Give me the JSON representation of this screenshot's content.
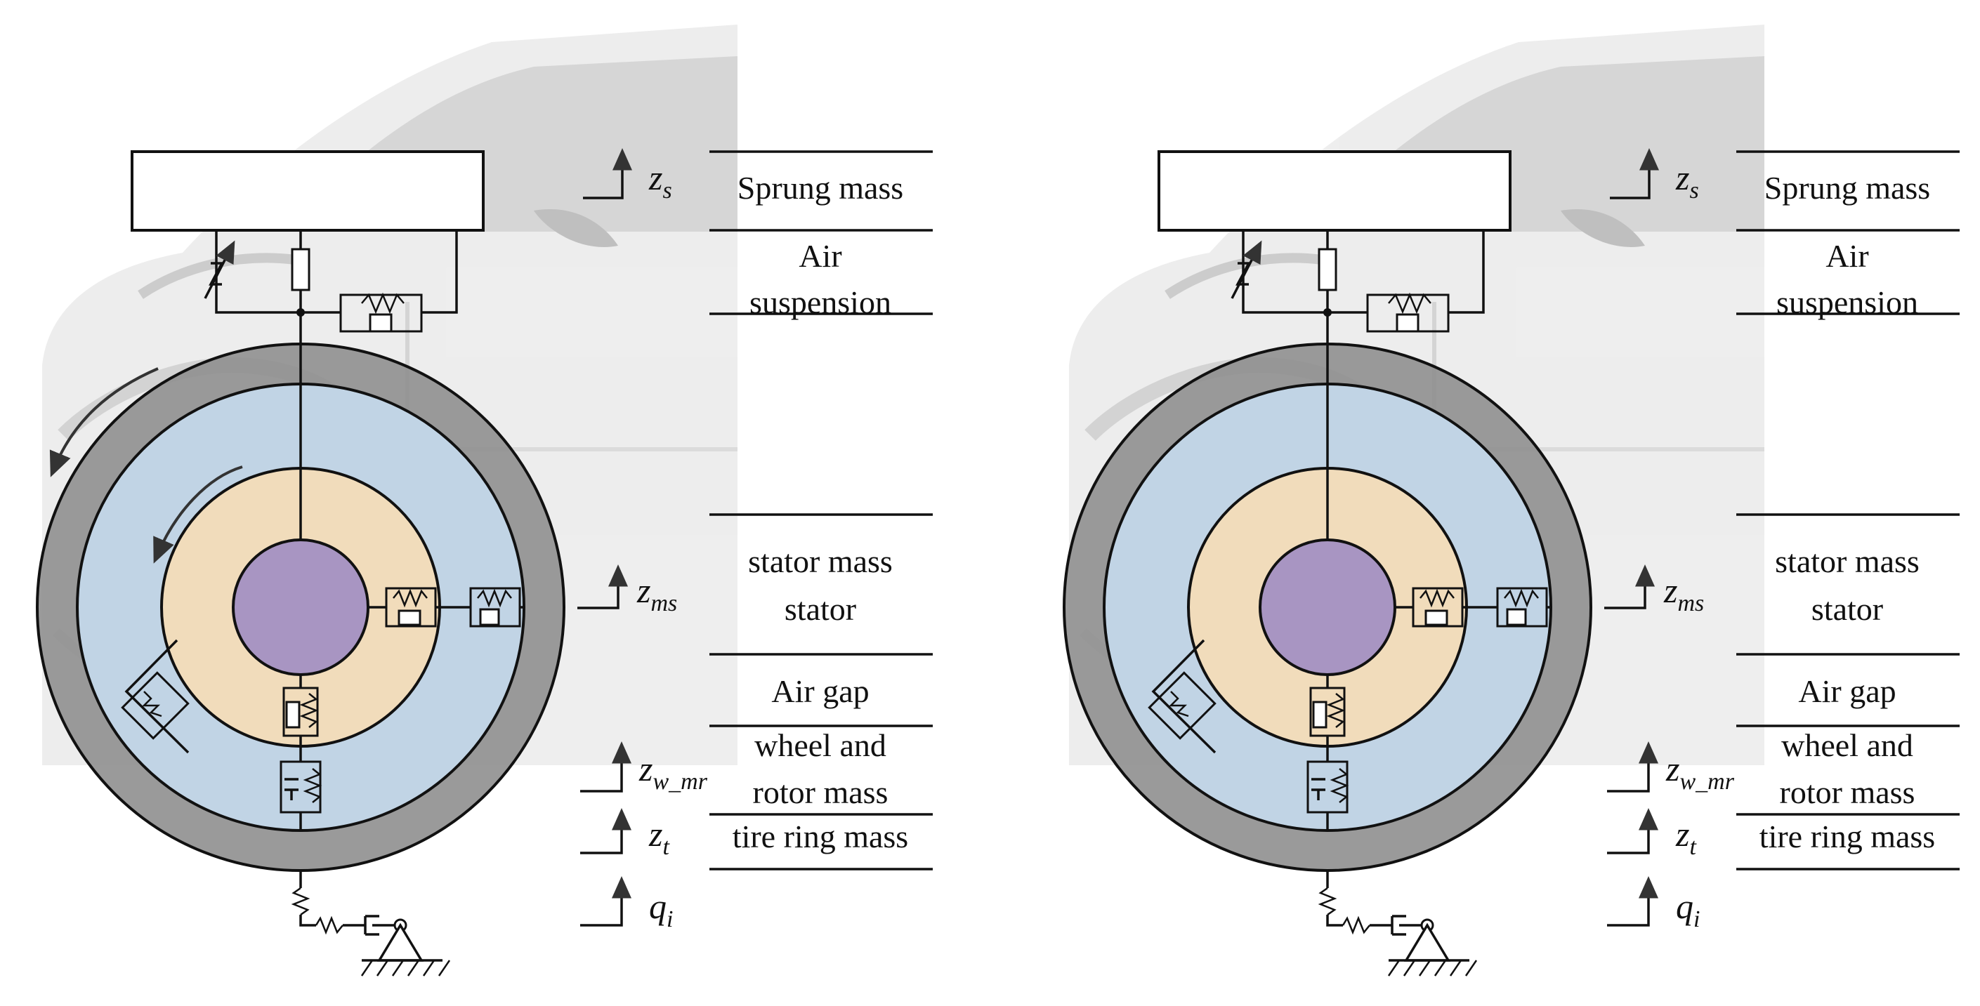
{
  "colors": {
    "tire": "#8f8f8f",
    "wheel": "#c4d9ec",
    "stator": "#f3dcb8",
    "hub": "#a895c2",
    "car_body": "#e4e4e4",
    "line": "#111111"
  },
  "panels": [
    {
      "id": "left",
      "has_rotation_arrows": true,
      "labels": {
        "sprung_mass": "Sprung mass",
        "air_suspension_1": "Air",
        "air_suspension_2": "suspension",
        "stator_1": "stator mass",
        "stator_2": "stator",
        "air_gap": "Air gap",
        "wheel_rotor_1": "wheel and",
        "wheel_rotor_2": "rotor mass",
        "tire_ring": "tire ring mass"
      },
      "variables": {
        "zs": {
          "base": "z",
          "sub": "s"
        },
        "zms": {
          "base": "z",
          "sub": "ms"
        },
        "zwmr": {
          "base": "z",
          "sub": "w_mr"
        },
        "zt": {
          "base": "z",
          "sub": "t"
        },
        "qi": {
          "base": "q",
          "sub": "i"
        }
      }
    },
    {
      "id": "right",
      "has_rotation_arrows": false,
      "labels": {
        "sprung_mass": "Sprung mass",
        "air_suspension_1": "Air",
        "air_suspension_2": "suspension",
        "stator_1": "stator mass",
        "stator_2": "stator",
        "air_gap": "Air gap",
        "wheel_rotor_1": "wheel and",
        "wheel_rotor_2": "rotor mass",
        "tire_ring": "tire ring mass"
      },
      "variables": {
        "zs": {
          "base": "z",
          "sub": "s"
        },
        "zms": {
          "base": "z",
          "sub": "ms"
        },
        "zwmr": {
          "base": "z",
          "sub": "w_mr"
        },
        "zt": {
          "base": "z",
          "sub": "t"
        },
        "qi": {
          "base": "q",
          "sub": "i"
        }
      }
    }
  ]
}
